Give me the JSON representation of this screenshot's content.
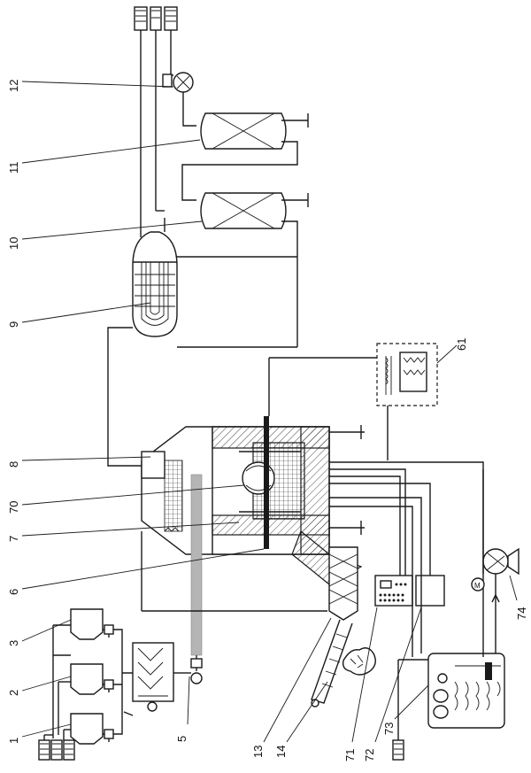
{
  "labels": {
    "l1": "1",
    "l2": "2",
    "l3": "3",
    "l5": "5",
    "l6": "6",
    "l7": "7",
    "l8": "8",
    "l9": "9",
    "l10": "10",
    "l11": "11",
    "l12": "12",
    "l13": "13",
    "l14": "14",
    "l61": "61",
    "l70": "70",
    "l71": "71",
    "l72": "72",
    "l73": "73",
    "l74": "74"
  },
  "colors": {
    "line": "#1a1a1a",
    "feed_rod": "#b5b5b5",
    "background": "#ffffff"
  },
  "icons": [
    "motor-icon",
    "pump-icon",
    "valve-icon",
    "heater-coil-icon",
    "fan-icon"
  ]
}
